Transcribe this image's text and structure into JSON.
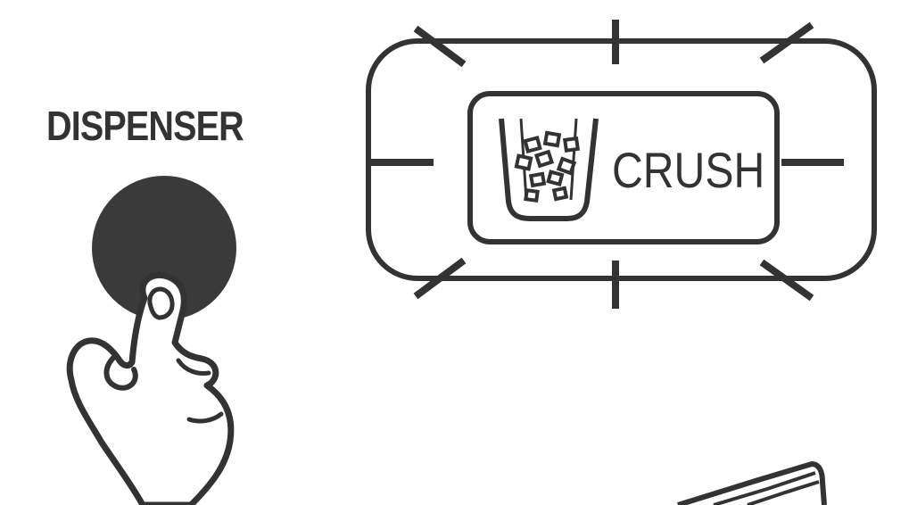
{
  "dispenser": {
    "label": "DISPENSER"
  },
  "display": {
    "mode_label": "CRUSH",
    "mode_icon": "crushed-ice-cup-icon",
    "state": "flashing"
  },
  "icons": {
    "button": "dispenser-button",
    "hand": "pressing-finger-icon",
    "paddle": "dispenser-paddle-icon"
  },
  "colors": {
    "ink": "#333333",
    "button_fill": "#3a3a3a",
    "background": "#ffffff"
  }
}
